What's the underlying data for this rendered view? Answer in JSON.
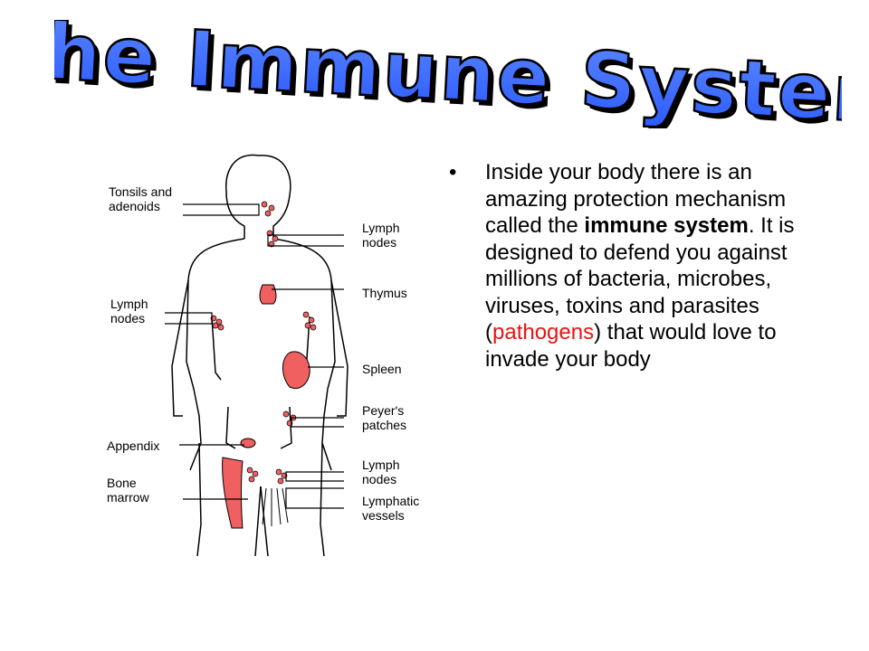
{
  "slide": {
    "title": "The Immune System",
    "title_color": "#3366ff",
    "title_shadow_color": "#000000"
  },
  "diagram": {
    "labels": {
      "tonsils": "Tonsils and\nadenoids",
      "lymph_nodes_neck": "Lymph\nnodes",
      "thymus": "Thymus",
      "lymph_nodes_arm": "Lymph\nnodes",
      "spleen": "Spleen",
      "peyers": "Peyer's\npatches",
      "appendix": "Appendix",
      "lymph_nodes_groin": "Lymph\nnodes",
      "bone_marrow": "Bone\nmarrow",
      "lymphatic_vessels": "Lymphatic\nvessels"
    },
    "organ_color": "#f06060"
  },
  "text": {
    "bullet": "•",
    "part1": "Inside your body there is an amazing protection mechanism called the ",
    "bold": "immune system",
    "part2": ". It is designed to defend you against millions of bacteria, microbes, viruses, toxins and parasites (",
    "red": "pathogens",
    "part3": ") that would love to invade your body",
    "red_color": "#ee1111"
  }
}
